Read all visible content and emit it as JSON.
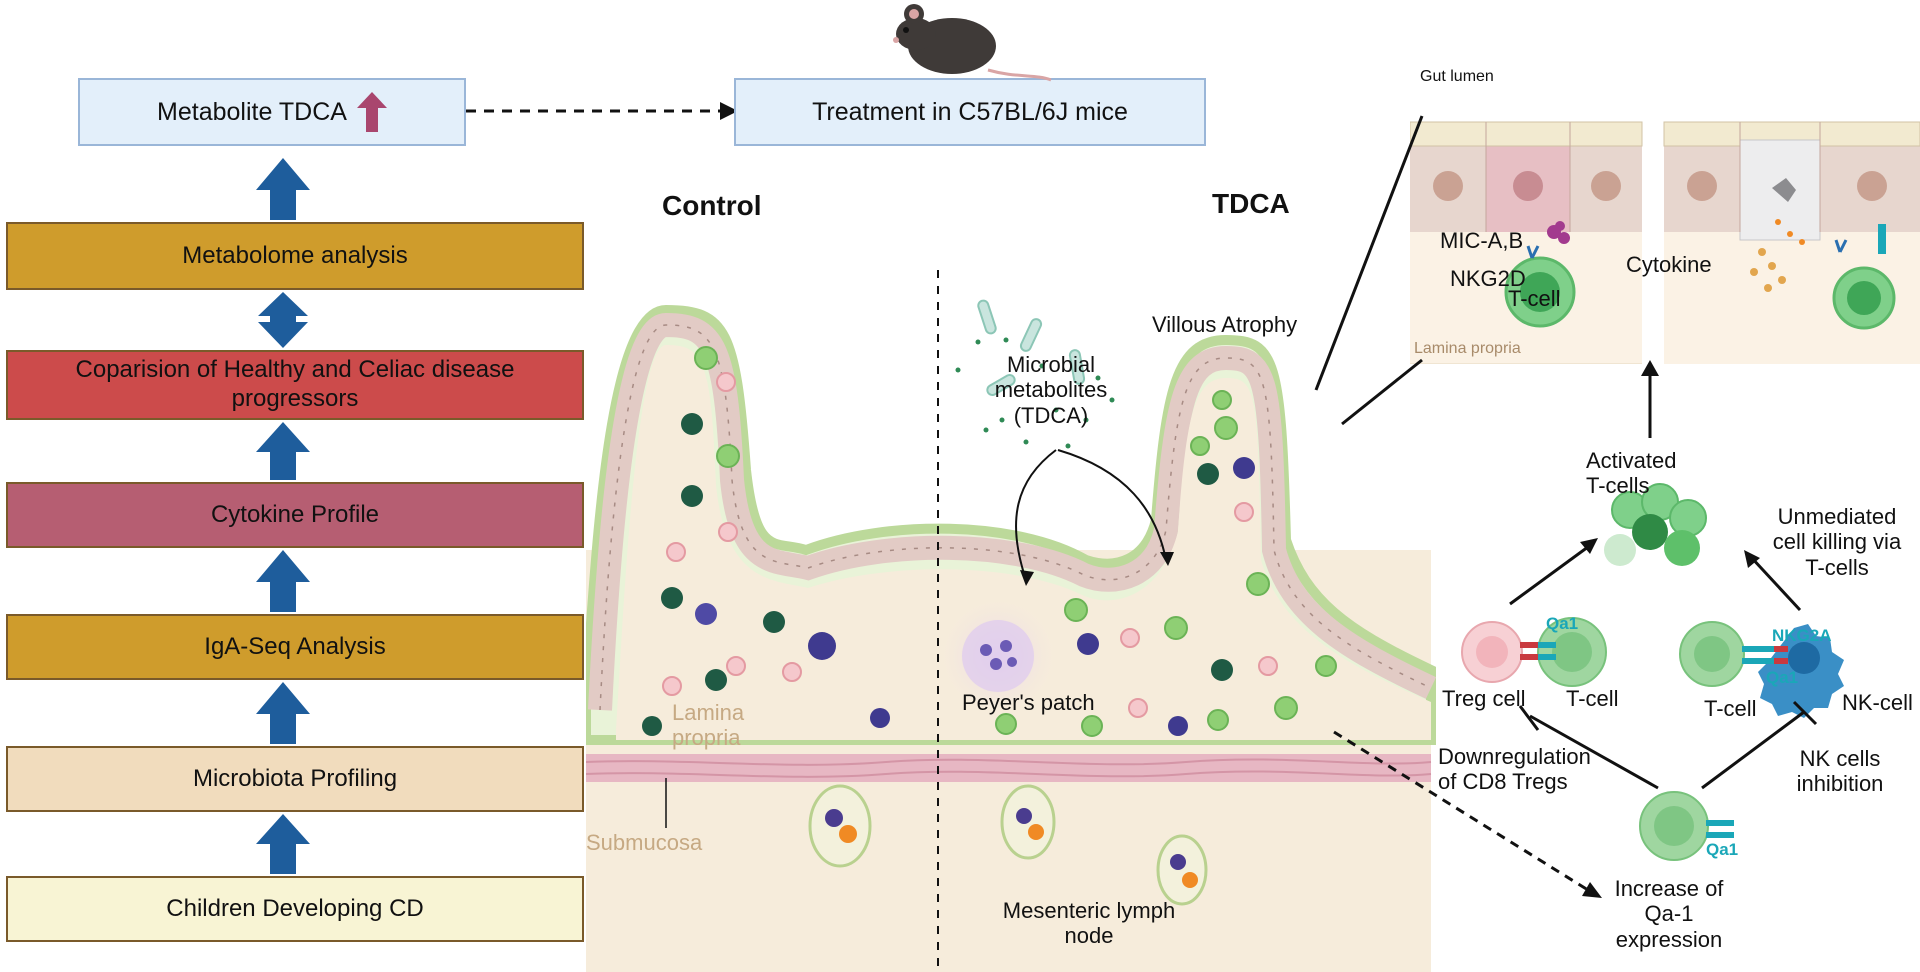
{
  "left_flow": {
    "metabolite_box": "Metabolite TDCA",
    "steps": [
      "Metabolome analysis",
      "Coparision of Healthy and  Celiac disease progressors",
      "Cytokine Profile",
      "IgA-Seq Analysis",
      "Microbiota Profiling",
      "Children Developing CD"
    ]
  },
  "treatment_box": "Treatment in C57BL/6J mice",
  "gut": {
    "control_label": "Control",
    "tdca_label": "TDCA",
    "villous_atrophy": "Villous Atrophy",
    "microbial_metabolites": "Microbial metabolites (TDCA)",
    "peyers_patch": "Peyer's patch",
    "lamina_propria": "Lamina propria",
    "submucosa": "Submucosa",
    "mesenteric_lymph_node": "Mesenteric lymph node"
  },
  "inset": {
    "gut_lumen": "Gut lumen",
    "mic_ab": "MIC-A,B",
    "nkg2d": "NKG2D",
    "tcell": "T-cell",
    "cytokine": "Cytokine",
    "lamina_propria": "Lamina propria"
  },
  "mechanism": {
    "activated_tcells": "Activated T-cells",
    "unmediated_killing": "Unmediated cell killing via T-cells",
    "treg_cell": "Treg cell",
    "tcell_left": "T-cell",
    "tcell_right": "T-cell",
    "nk_cell": "NK-cell",
    "qa1_a": "Qa1",
    "qa1_b": "Qa1",
    "qa1_c": "Qa1",
    "nkg2a": "NKG2A",
    "downregulation": "Downregulation of CD8 Tregs",
    "nk_inhibition": "NK cells inhibition",
    "increase_qa1": "Increase of Qa-1 expression"
  },
  "colors": {
    "step_gold": "#cf9c2c",
    "step_red": "#cc4b4b",
    "step_mauve": "#b65e72",
    "step_tan": "#f1dcbd",
    "step_cream": "#f8f4d4",
    "arrow_blue": "#1e5d9c",
    "up_arrow": "#a9466e",
    "box_blue": "#e3effa",
    "teal_text": "#1aa7b8"
  }
}
